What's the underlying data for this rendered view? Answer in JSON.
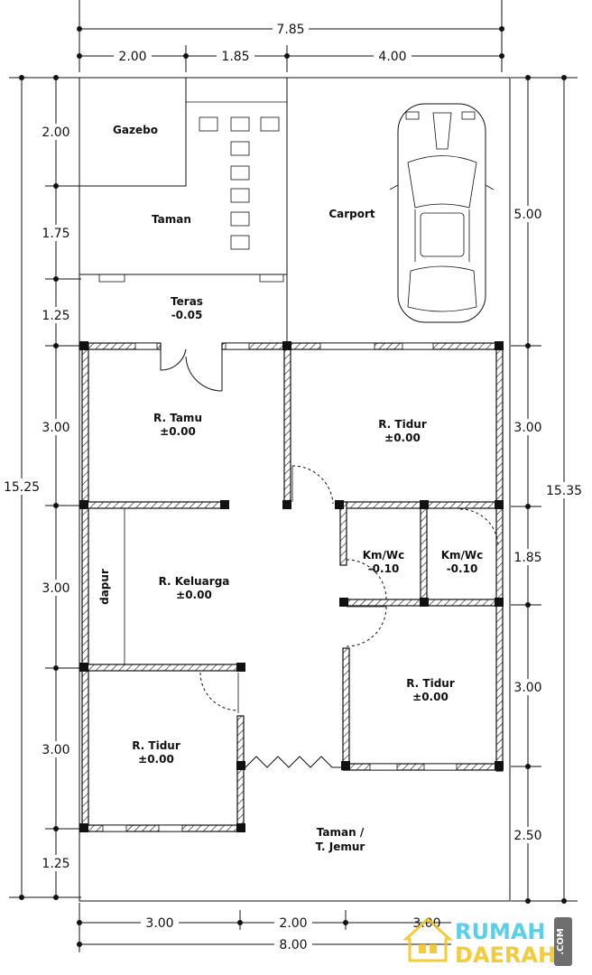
{
  "dimensions": {
    "top_total": "7.85",
    "top_segments": [
      "2.00",
      "1.85",
      "4.00"
    ],
    "left_total": "15.25",
    "left_segments": [
      "2.00",
      "1.75",
      "1.25",
      "3.00",
      "3.00",
      "3.00",
      "1.25"
    ],
    "right_total": "15.35",
    "right_segments": [
      "5.00",
      "3.00",
      "1.85",
      "3.00",
      "2.50"
    ],
    "bottom_segments": [
      "3.00",
      "2.00",
      "3.00"
    ],
    "bottom_total": "8.00"
  },
  "rooms": {
    "gazebo": "Gazebo",
    "taman": "Taman",
    "carport": "Carport",
    "teras_name": "Teras",
    "teras_level": "-0.05",
    "tamu_name": "R. Tamu",
    "tamu_level": "±0.00",
    "tidur1_name": "R. Tidur",
    "tidur1_level": "±0.00",
    "dapur": "dapur",
    "keluarga_name": "R. Keluarga",
    "keluarga_level": "±0.00",
    "kmwc1_name": "Km/Wc",
    "kmwc1_level": "-0.10",
    "kmwc2_name": "Km/Wc",
    "kmwc2_level": "-0.10",
    "tidur2_name": "R. Tidur",
    "tidur2_level": "±0.00",
    "tidur3_name": "R. Tidur",
    "tidur3_level": "±0.00",
    "jemur_line1": "Taman /",
    "jemur_line2": "T. Jemur"
  },
  "watermark": {
    "word1": "RUMAH",
    "word2": "DAERAH",
    "domain": ".COM",
    "colors": {
      "brand": "#3cc8e6",
      "accent": "#f0c419"
    }
  }
}
